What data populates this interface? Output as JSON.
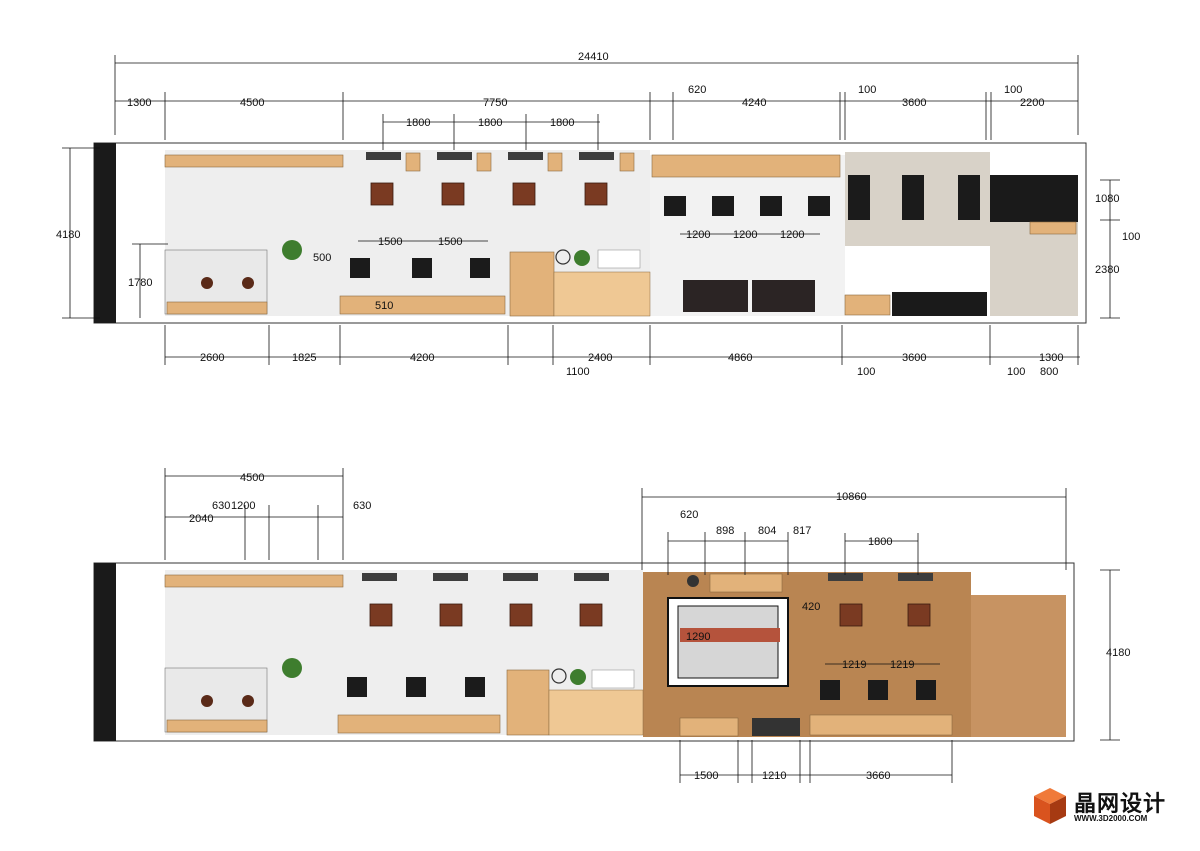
{
  "plan_top": {
    "overall": "24410",
    "top_row": [
      "1300",
      "4500",
      "7750",
      "620",
      "4240",
      "100",
      "3600",
      "100",
      "2200"
    ],
    "mirror_row": [
      "1800",
      "1800",
      "1800"
    ],
    "left_height": "4180",
    "left_sub": "1780",
    "inner": {
      "d1500a": "1500",
      "d1500b": "1500",
      "d500": "500",
      "d510": "510",
      "d1200a": "1200",
      "d1200b": "1200",
      "d1200c": "1200"
    },
    "right": {
      "d1080": "1080",
      "d100": "100",
      "d2380": "2380"
    },
    "bottom_row": [
      "2600",
      "1825",
      "4200",
      "1100",
      "2400",
      "4860",
      "100",
      "3600",
      "100",
      "1300",
      "800"
    ]
  },
  "plan_bottom": {
    "top_row": [
      "4500",
      "630",
      "1200",
      "2040",
      "630",
      "620",
      "898",
      "804",
      "817",
      "10860",
      "1800"
    ],
    "inner": {
      "d420": "420",
      "d1290": "1290",
      "d1219a": "1219",
      "d1219b": "1219"
    },
    "right_height": "4180",
    "bottom_row": [
      "1500",
      "1210",
      "3660"
    ]
  },
  "logo": {
    "name": "晶网设计",
    "url": "WWW.3D2000.COM",
    "color_front": "#d9531e",
    "color_top": "#f07a3a",
    "color_side": "#a63a12"
  }
}
